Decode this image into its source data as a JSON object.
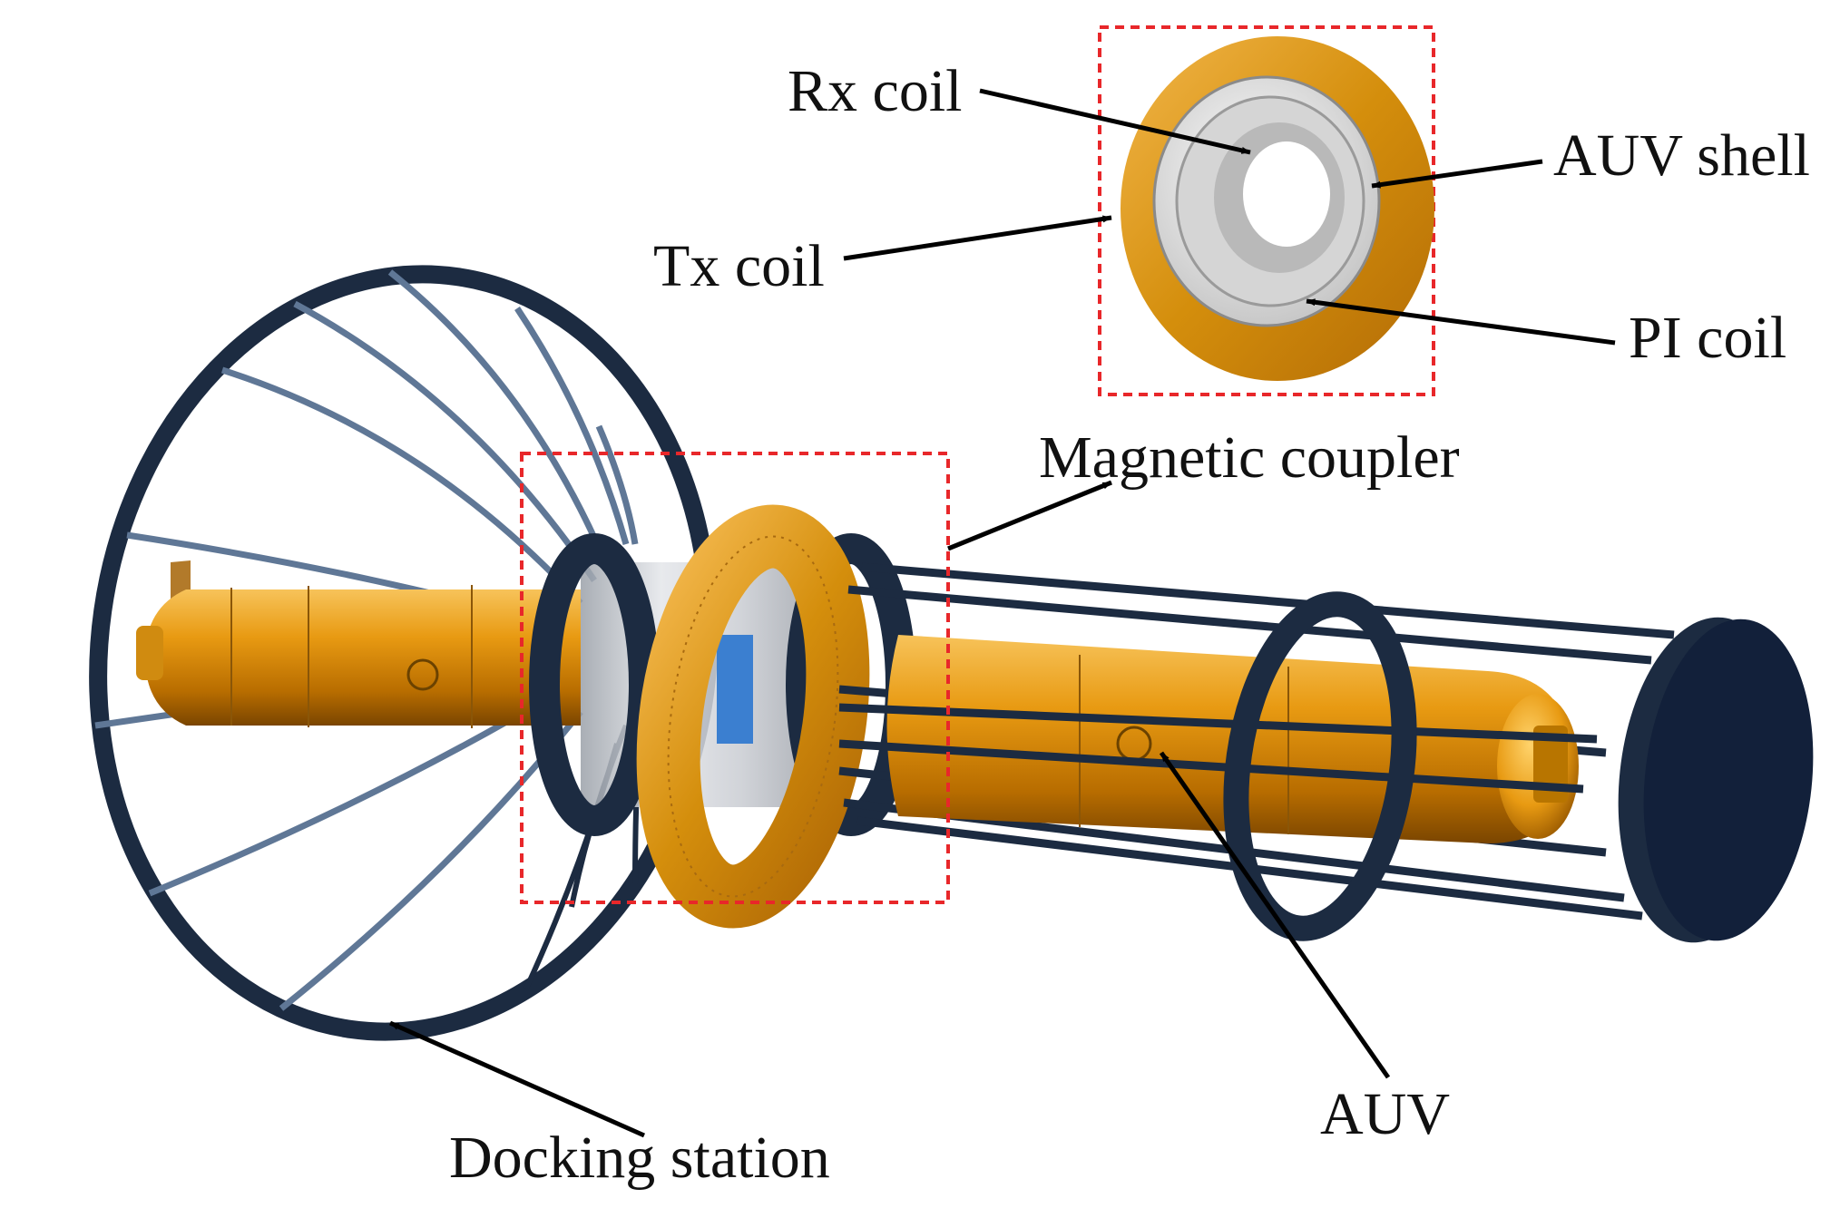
{
  "labels": {
    "rx_coil": "Rx coil",
    "auv_shell": "AUV shell",
    "tx_coil": "Tx coil",
    "pi_coil": "PI coil",
    "magnetic_coupler": "Magnetic coupler",
    "auv": "AUV",
    "docking_station": "Docking station"
  },
  "colors": {
    "frame": "#1c2b41",
    "frame_light": "#5f7796",
    "hull": "#e39a12",
    "hull_dark": "#9a5a00",
    "coil_gold": "#d4950f",
    "coil_bronze": "#a86a10",
    "dashed_box": "#e8272a",
    "text": "#111111"
  }
}
